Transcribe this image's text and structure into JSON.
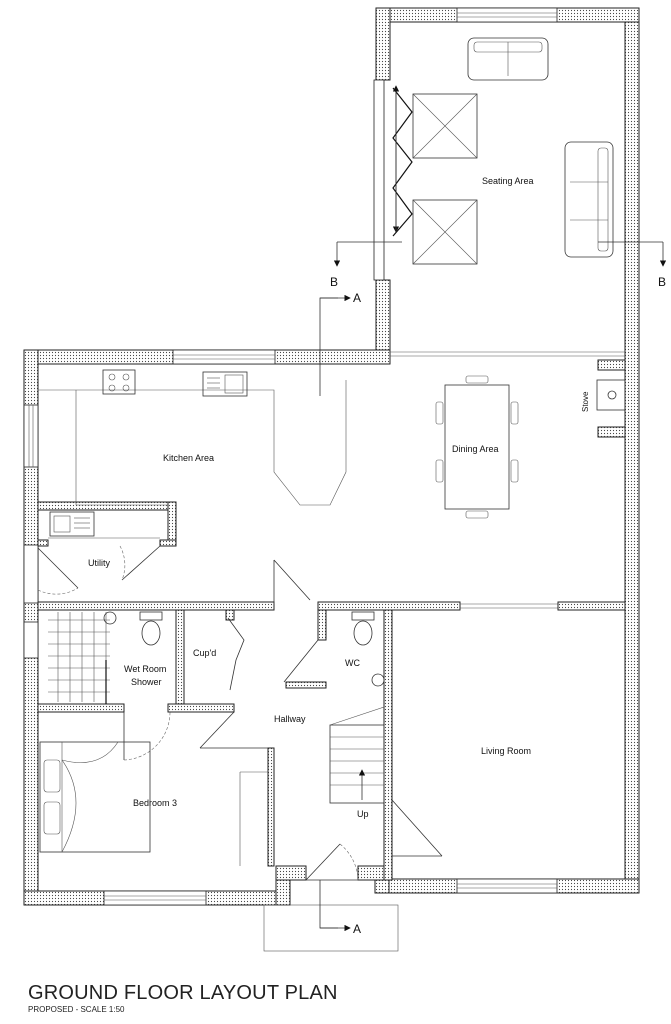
{
  "drawing": {
    "title": "GROUND FLOOR LAYOUT PLAN",
    "subtitle": "PROPOSED - SCALE 1:50"
  },
  "rooms": {
    "seating_area": "Seating Area",
    "kitchen_area": "Kitchen Area",
    "dining_area": "Dining Area",
    "stove": "Stove",
    "utility": "Utility",
    "wet_room": "Wet Room",
    "shower": "Shower",
    "cupboard": "Cup'd",
    "wc": "WC",
    "hallway": "Hallway",
    "living_room": "Living Room",
    "bedroom_3": "Bedroom 3",
    "stairs_up": "Up"
  },
  "section_markers": {
    "section_a": "A",
    "section_b": "B"
  }
}
